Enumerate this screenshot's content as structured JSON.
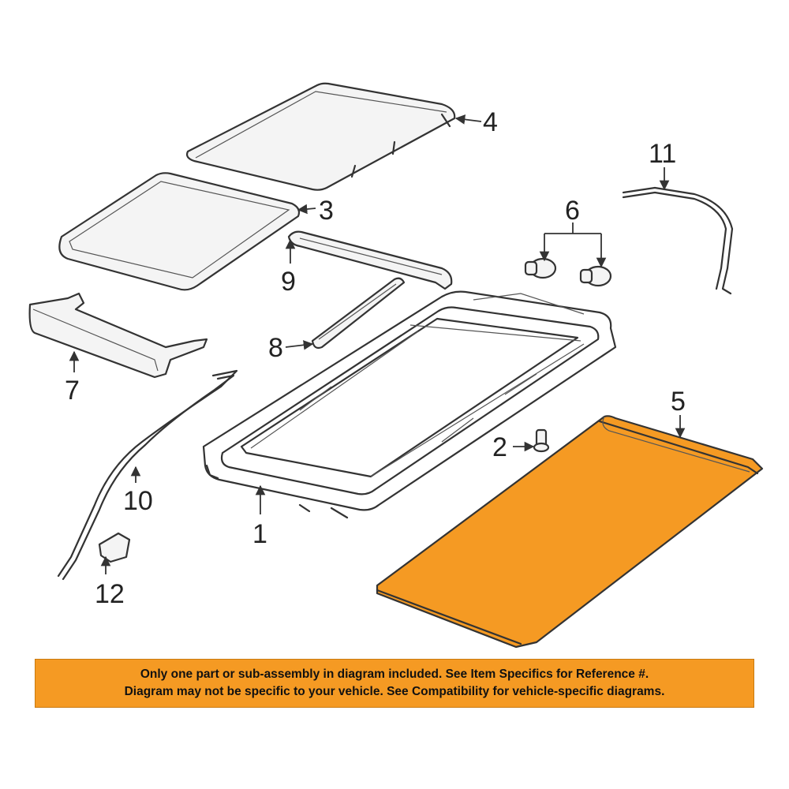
{
  "diagram": {
    "callouts": {
      "c1": "1",
      "c2": "2",
      "c3": "3",
      "c4": "4",
      "c5": "5",
      "c6": "6",
      "c7": "7",
      "c8": "8",
      "c9": "9",
      "c10": "10",
      "c11": "11",
      "c12": "12"
    },
    "highlight_color": "#f59a23"
  },
  "banner": {
    "line1": "Only one part or sub-assembly in diagram included. See Item Specifics for Reference #.",
    "line2": "Diagram may not be specific to your vehicle. See Compatibility for vehicle-specific diagrams."
  }
}
